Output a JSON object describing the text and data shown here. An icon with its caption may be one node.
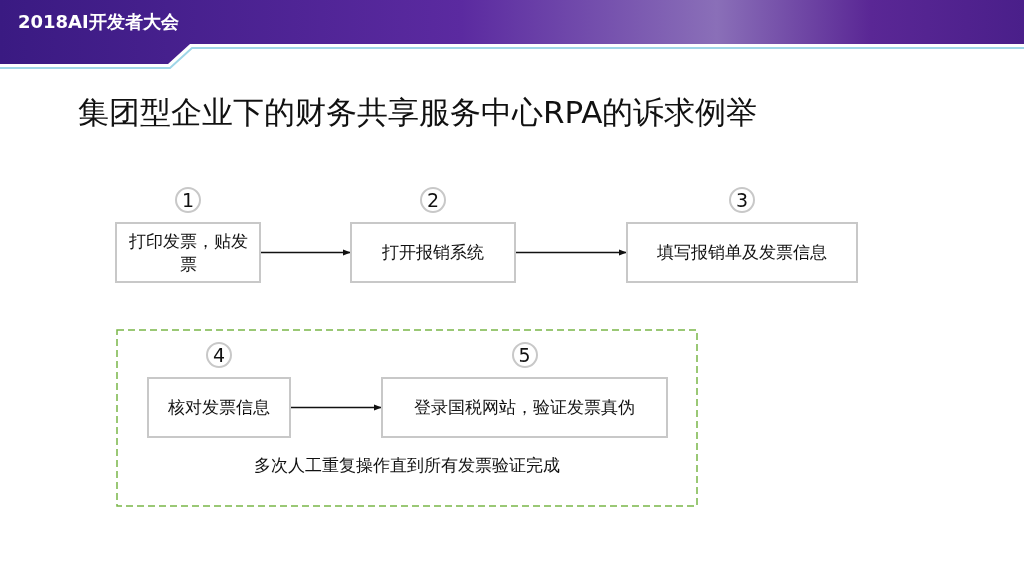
{
  "diagram": {
    "title": "集团型企业下的财务共享服务中心RPA的诉求例举",
    "nodes": [
      {
        "text": [
          "打印发票，贴发票"
        ],
        "beside": [
          "1"
        ]
      },
      {
        "text": [
          "打开报销系统"
        ],
        "beside": [
          "2"
        ]
      },
      {
        "text": [
          "填写报销单及发票信息"
        ],
        "beside": [
          "3"
        ]
      },
      {
        "text": [
          "多次人工重复操作直到所有发票验证完成"
        ]
      },
      {
        "text": [
          "核对发票信息"
        ],
        "in": 3,
        "beside": [
          "4"
        ]
      },
      {
        "text": [
          "登录国税网站，验证发票真伪"
        ],
        "in": 3,
        "beside": [
          "5"
        ]
      }
    ],
    "edges": [
      {
        "from": 0,
        "to": 1,
        "arrow": "to"
      },
      {
        "from": 1,
        "to": 2,
        "arrow": "to"
      },
      {
        "from": 4,
        "to": 5,
        "arrow": "to"
      }
    ],
    "labels": [
      "2018AI开发者大会"
    ]
  }
}
